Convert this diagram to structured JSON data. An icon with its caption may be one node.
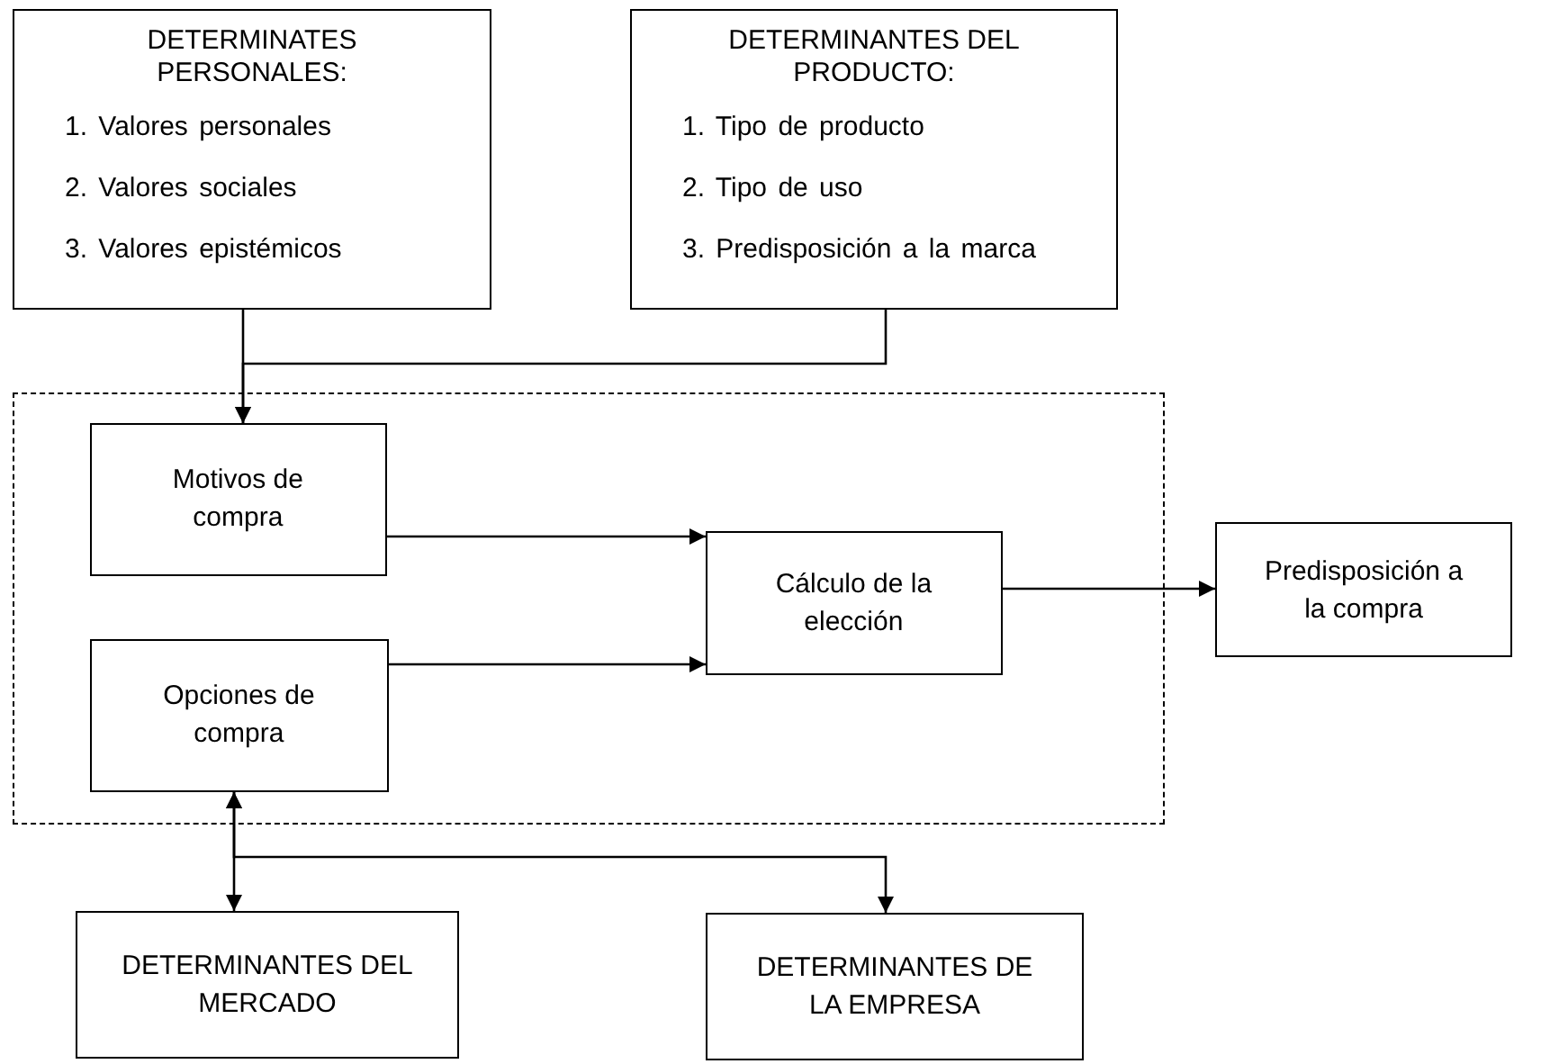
{
  "diagram": {
    "nodes": [
      {
        "text": [
          "DETERMINATES PERSONALES:",
          "1. Valores personales",
          "2. Valores sociales",
          "3. Valores epistémicos"
        ]
      },
      {
        "text": [
          "DETERMINANTES DEL PRODUCTO:",
          "1. Tipo de producto",
          "2. Tipo de uso",
          "3. Predisposición a la marca"
        ]
      },
      {
        "text": [],
        "shape": "box"
      },
      {
        "text": [
          "Motivos de compra"
        ],
        "in": 2
      },
      {
        "text": [
          "Opciones de compra"
        ],
        "in": 2
      },
      {
        "text": [
          "Cálculo de la elección"
        ],
        "in": 2
      },
      {
        "text": [
          "Predisposición a la compra"
        ]
      },
      {
        "text": [
          "DETERMINANTES DEL MERCADO"
        ]
      },
      {
        "text": [
          "DETERMINANTES DE LA EMPRESA"
        ]
      }
    ],
    "edges": [
      {
        "from": 0,
        "to": 3,
        "arrow": "to"
      },
      {
        "from": 1,
        "to": 3,
        "arrow": "to"
      },
      {
        "from": 3,
        "to": 5,
        "arrow": "to"
      },
      {
        "from": 4,
        "to": 5,
        "arrow": "to"
      },
      {
        "from": 5,
        "to": 6,
        "arrow": "to"
      },
      {
        "from": 4,
        "to": 7,
        "arrow": "both"
      },
      {
        "from": 4,
        "to": 8,
        "arrow": "both"
      }
    ]
  }
}
